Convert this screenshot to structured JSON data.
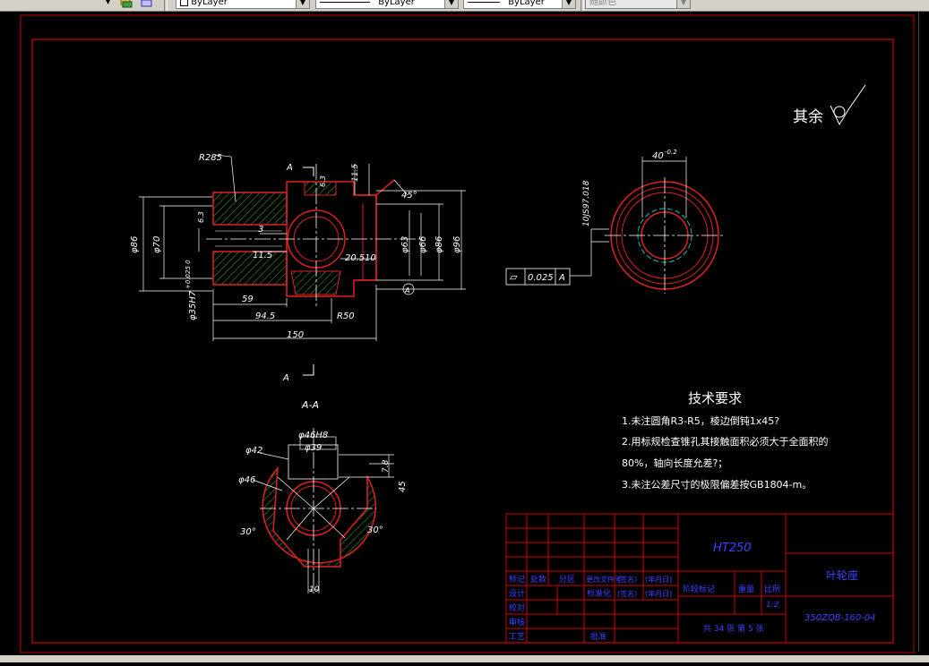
{
  "toolbar": {
    "layer_value": "ByLayer",
    "linetype_value": "ByLayer",
    "lineweight_value": "ByLayer",
    "plotstyle_value": "随颜色"
  },
  "drawing": {
    "surface_symbol_text": "其余",
    "section_label": "A-A",
    "view_label_top": "A",
    "view_label_bottom": "A",
    "datum_label": "A",
    "front_view": {
      "r285": "R285",
      "a_top": "A",
      "d63_top": "6.3",
      "d115_top": "11.5",
      "d45deg": "45°",
      "d63_left": "6.3",
      "d3": "3",
      "d115_mid": "11.5",
      "d205": "20.5",
      "d10": "10",
      "dia86": "φ86",
      "dia70": "φ70",
      "dia35": "φ35H7",
      "tol35": "+0.025 0",
      "dia63": "φ63",
      "dia66": "φ66",
      "dia86r": "φ86",
      "dia96": "φ96",
      "d59": "59",
      "d945": "94.5",
      "d150": "150",
      "r50": "R50"
    },
    "side_view": {
      "d40": "40",
      "tol40": "-0.2",
      "spline": "10JS97.018",
      "flatness_symbol": "⏥",
      "flatness_val": "0.025",
      "flatness_datum": "A"
    },
    "section_view": {
      "dia46h8": "φ46H8",
      "dia39": "φ39",
      "dia42": "φ42",
      "dia46": "φ46",
      "d78": "7.8",
      "d45": "45",
      "ang30l": "30°",
      "ang30r": "30°",
      "d10": "10"
    },
    "tech_req": {
      "title": "技术要求",
      "line1": "1.未注圆角R3-R5，棱边倒钝1x45?",
      "line2": "2.用标规检查锥孔其接触面积必须大于全面积的",
      "line3": "80%，轴向长度允差?；",
      "line4": "3.未注公差尺寸的极限偏差按GB1804-m。"
    },
    "title_block": {
      "material": "HT250",
      "part_name": "叶轮座",
      "drawing_no": "350ZQB-160-04",
      "h_mark": "标记",
      "h_count": "处数",
      "h_zone": "分区",
      "h_docno": "更改文件号",
      "h_sign": "(签名)",
      "h_date": "(年月日)",
      "r_design": "设计",
      "r_std": "标准化",
      "r_sign2": "(签名)",
      "r_date2": "(年月日)",
      "r_check": "校对",
      "r_review": "审核",
      "r_process": "工艺",
      "r_approve": "批准",
      "stage": "阶段标记",
      "weight": "重量",
      "scale": "比例",
      "scale_val": "1:2",
      "sheets": "共 34 张  第 5 张"
    }
  }
}
